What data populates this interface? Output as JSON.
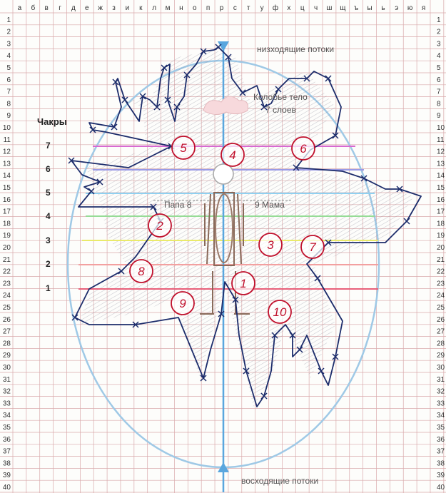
{
  "columns": [
    "а",
    "б",
    "в",
    "г",
    "д",
    "е",
    "ж",
    "з",
    "и",
    "к",
    "л",
    "м",
    "н",
    "о",
    "п",
    "р",
    "с",
    "т",
    "у",
    "ф",
    "х",
    "ц",
    "ч",
    "ш",
    "щ",
    "ъ",
    "ы",
    "ь",
    "э",
    "ю",
    "я"
  ],
  "rows": [
    "1",
    "2",
    "3",
    "4",
    "5",
    "6",
    "7",
    "8",
    "9",
    "10",
    "11",
    "12",
    "13",
    "14",
    "15",
    "16",
    "17",
    "18",
    "19",
    "20",
    "21",
    "22",
    "23",
    "24",
    "25",
    "26",
    "27",
    "28",
    "29",
    "30",
    "31",
    "32",
    "33",
    "34",
    "35",
    "36",
    "37",
    "38",
    "39",
    "40"
  ],
  "labels": {
    "down_flows": "низходящие потоки",
    "up_flows": "восходящие потоки",
    "body_line1": "Колобье тело",
    "body_line2": "7 слоев",
    "chakras_title": "Чакры",
    "father": "Папа 8",
    "mother": "9 Мама"
  },
  "chakra_numbers": [
    "7",
    "6",
    "5",
    "4",
    "3",
    "2",
    "1"
  ],
  "circled_numbers": [
    "1",
    "2",
    "3",
    "4",
    "5",
    "6",
    "7",
    "8",
    "9",
    "10"
  ],
  "colors": {
    "grid": "#d9a9ab",
    "aura": "#9fc9e6",
    "axis": "#5aa6de",
    "outline": "#1c2c6b",
    "marker": "#c0102c",
    "figure": "#8a6a5a",
    "chakra7": "#d86ad0",
    "chakra6": "#9a9ae6",
    "chakra5": "#8fd0f0",
    "chakra4": "#96dc96",
    "chakra3": "#eaea6a",
    "chakra2": "#f3a0a0",
    "chakra1": "#e8607a"
  }
}
